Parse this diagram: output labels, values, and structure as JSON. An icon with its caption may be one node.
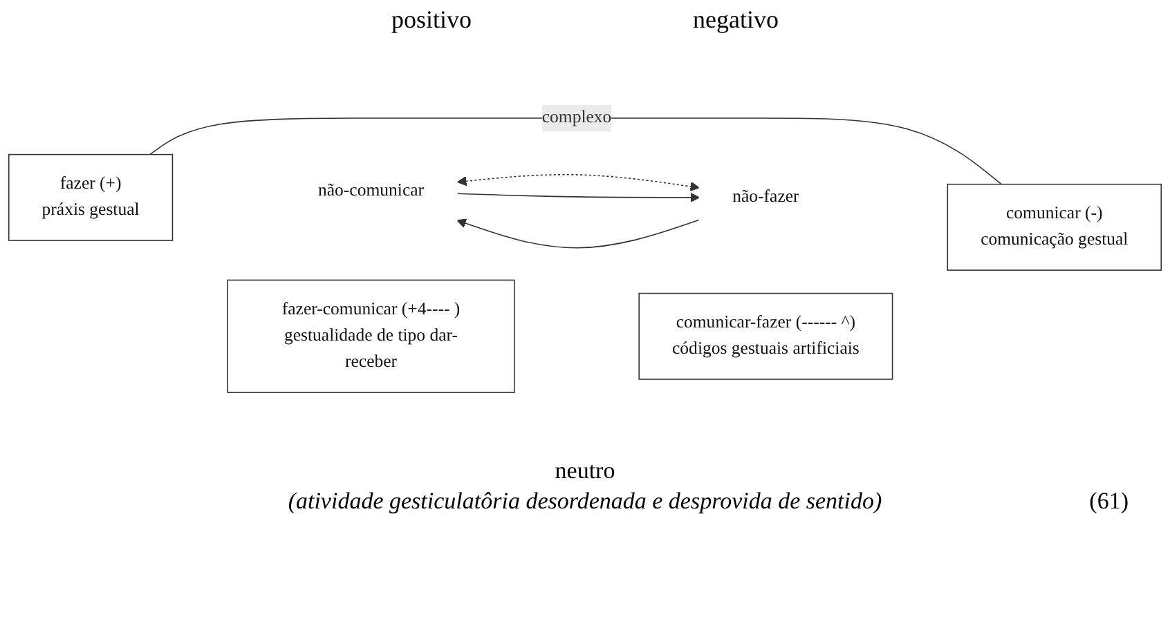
{
  "diagram": {
    "nodes": [
      {
        "text": [
          "fazer (+)",
          "práxis gestual"
        ]
      },
      {
        "text": [
          "fazer-comunicar (+4---- )",
          "gestualidade de tipo dar-receber"
        ]
      },
      {
        "text": [
          "comunicar-fazer (------ ^)",
          "códigos gestuais artificiais"
        ]
      },
      {
        "text": [
          "comunicar (-)",
          "comunicação gestual"
        ]
      },
      {
        "text": [
          "não-comunicar"
        ]
      },
      {
        "text": [
          "não-fazer"
        ]
      }
    ],
    "edges": [
      {
        "from": 0,
        "to": 3,
        "arrow": "none",
        "label": "complexo"
      },
      {
        "from": 4,
        "to": 5,
        "arrow": "both",
        "style": "dashed"
      },
      {
        "from": 4,
        "to": 5,
        "arrow": "to"
      },
      {
        "from": 5,
        "to": 4,
        "arrow": "to"
      }
    ],
    "labels": [
      "positivo",
      "negativo",
      "neutro",
      "(atividade gesticulatôria desordenada e desprovida de sentido)",
      "(61)"
    ]
  }
}
